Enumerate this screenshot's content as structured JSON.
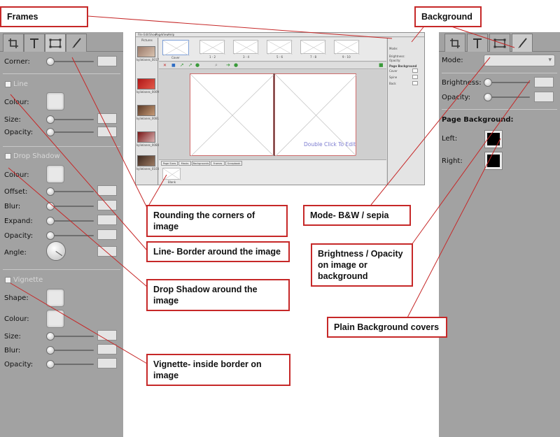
{
  "colors": {
    "accent_red": "#c62828",
    "panel_gray": "#a2a2a2"
  },
  "callouts": {
    "frames": "Frames",
    "background": "Background",
    "rounding": "Rounding the corners of image",
    "line": "Line- Border around the image",
    "drop_shadow": "Drop Shadow around the image",
    "vignette": "Vignette- inside border on image",
    "mode": "Mode- B&W / sepia",
    "brightness": "Brightness / Opacity on image or background",
    "plain_bg": "Plain Background covers"
  },
  "left_panel": {
    "tabs": [
      "crop-icon",
      "text-icon",
      "frame-icon",
      "brush-icon"
    ],
    "corner_label": "Corner:",
    "line_header": "Line",
    "line_colour": "Colour:",
    "line_size": "Size:",
    "line_opacity": "Opacity:",
    "shadow_header": "Drop Shadow",
    "shadow_colour": "Colour:",
    "shadow_offset": "Offset:",
    "shadow_blur": "Blur:",
    "shadow_expand": "Expand:",
    "shadow_opacity": "Opacity:",
    "shadow_angle": "Angle:",
    "vignette_header": "Vignette",
    "vignette_shape": "Shape:",
    "vignette_colour": "Colour:",
    "vignette_size": "Size:",
    "vignette_blur": "Blur:",
    "vignette_opacity": "Opacity:"
  },
  "right_panel": {
    "tabs": [
      "crop-icon",
      "text-icon",
      "frame-icon",
      "brush-icon"
    ],
    "mode_label": "Mode:",
    "brightness_label": "Brightness:",
    "opacity_label": "Opacity:",
    "page_bg_label": "Page Background:",
    "left_label": "Left:",
    "right_label": "Right:",
    "left_color": "#000000",
    "right_color": "#000000"
  },
  "app": {
    "menu": [
      "File",
      "Edit",
      "Show",
      "Page",
      "View",
      "Help"
    ],
    "pictures_label": "Pictures",
    "photo_names": [
      "kylielanes_0017",
      "kylielanes_0009",
      "kylielanes_0081",
      "kylielanes_0084",
      "kylielanes_0103"
    ],
    "spread_labels": [
      "Cover",
      "1 - 2",
      "3 - 4",
      "5 - 6",
      "7 - 8",
      "9 - 10"
    ],
    "page_hint": "Double Click To Edit",
    "bottom_tabs": [
      "Page Sizes",
      "Masks",
      "Backgrounds",
      "Frames",
      "Scrapbook"
    ],
    "layout_label": "Blank",
    "panel_fields": [
      "Mode:",
      "Brightness:",
      "Opacity:"
    ],
    "page_bg": "Page Background",
    "bg_fields": [
      "Cover",
      "Spine",
      "Back"
    ]
  }
}
